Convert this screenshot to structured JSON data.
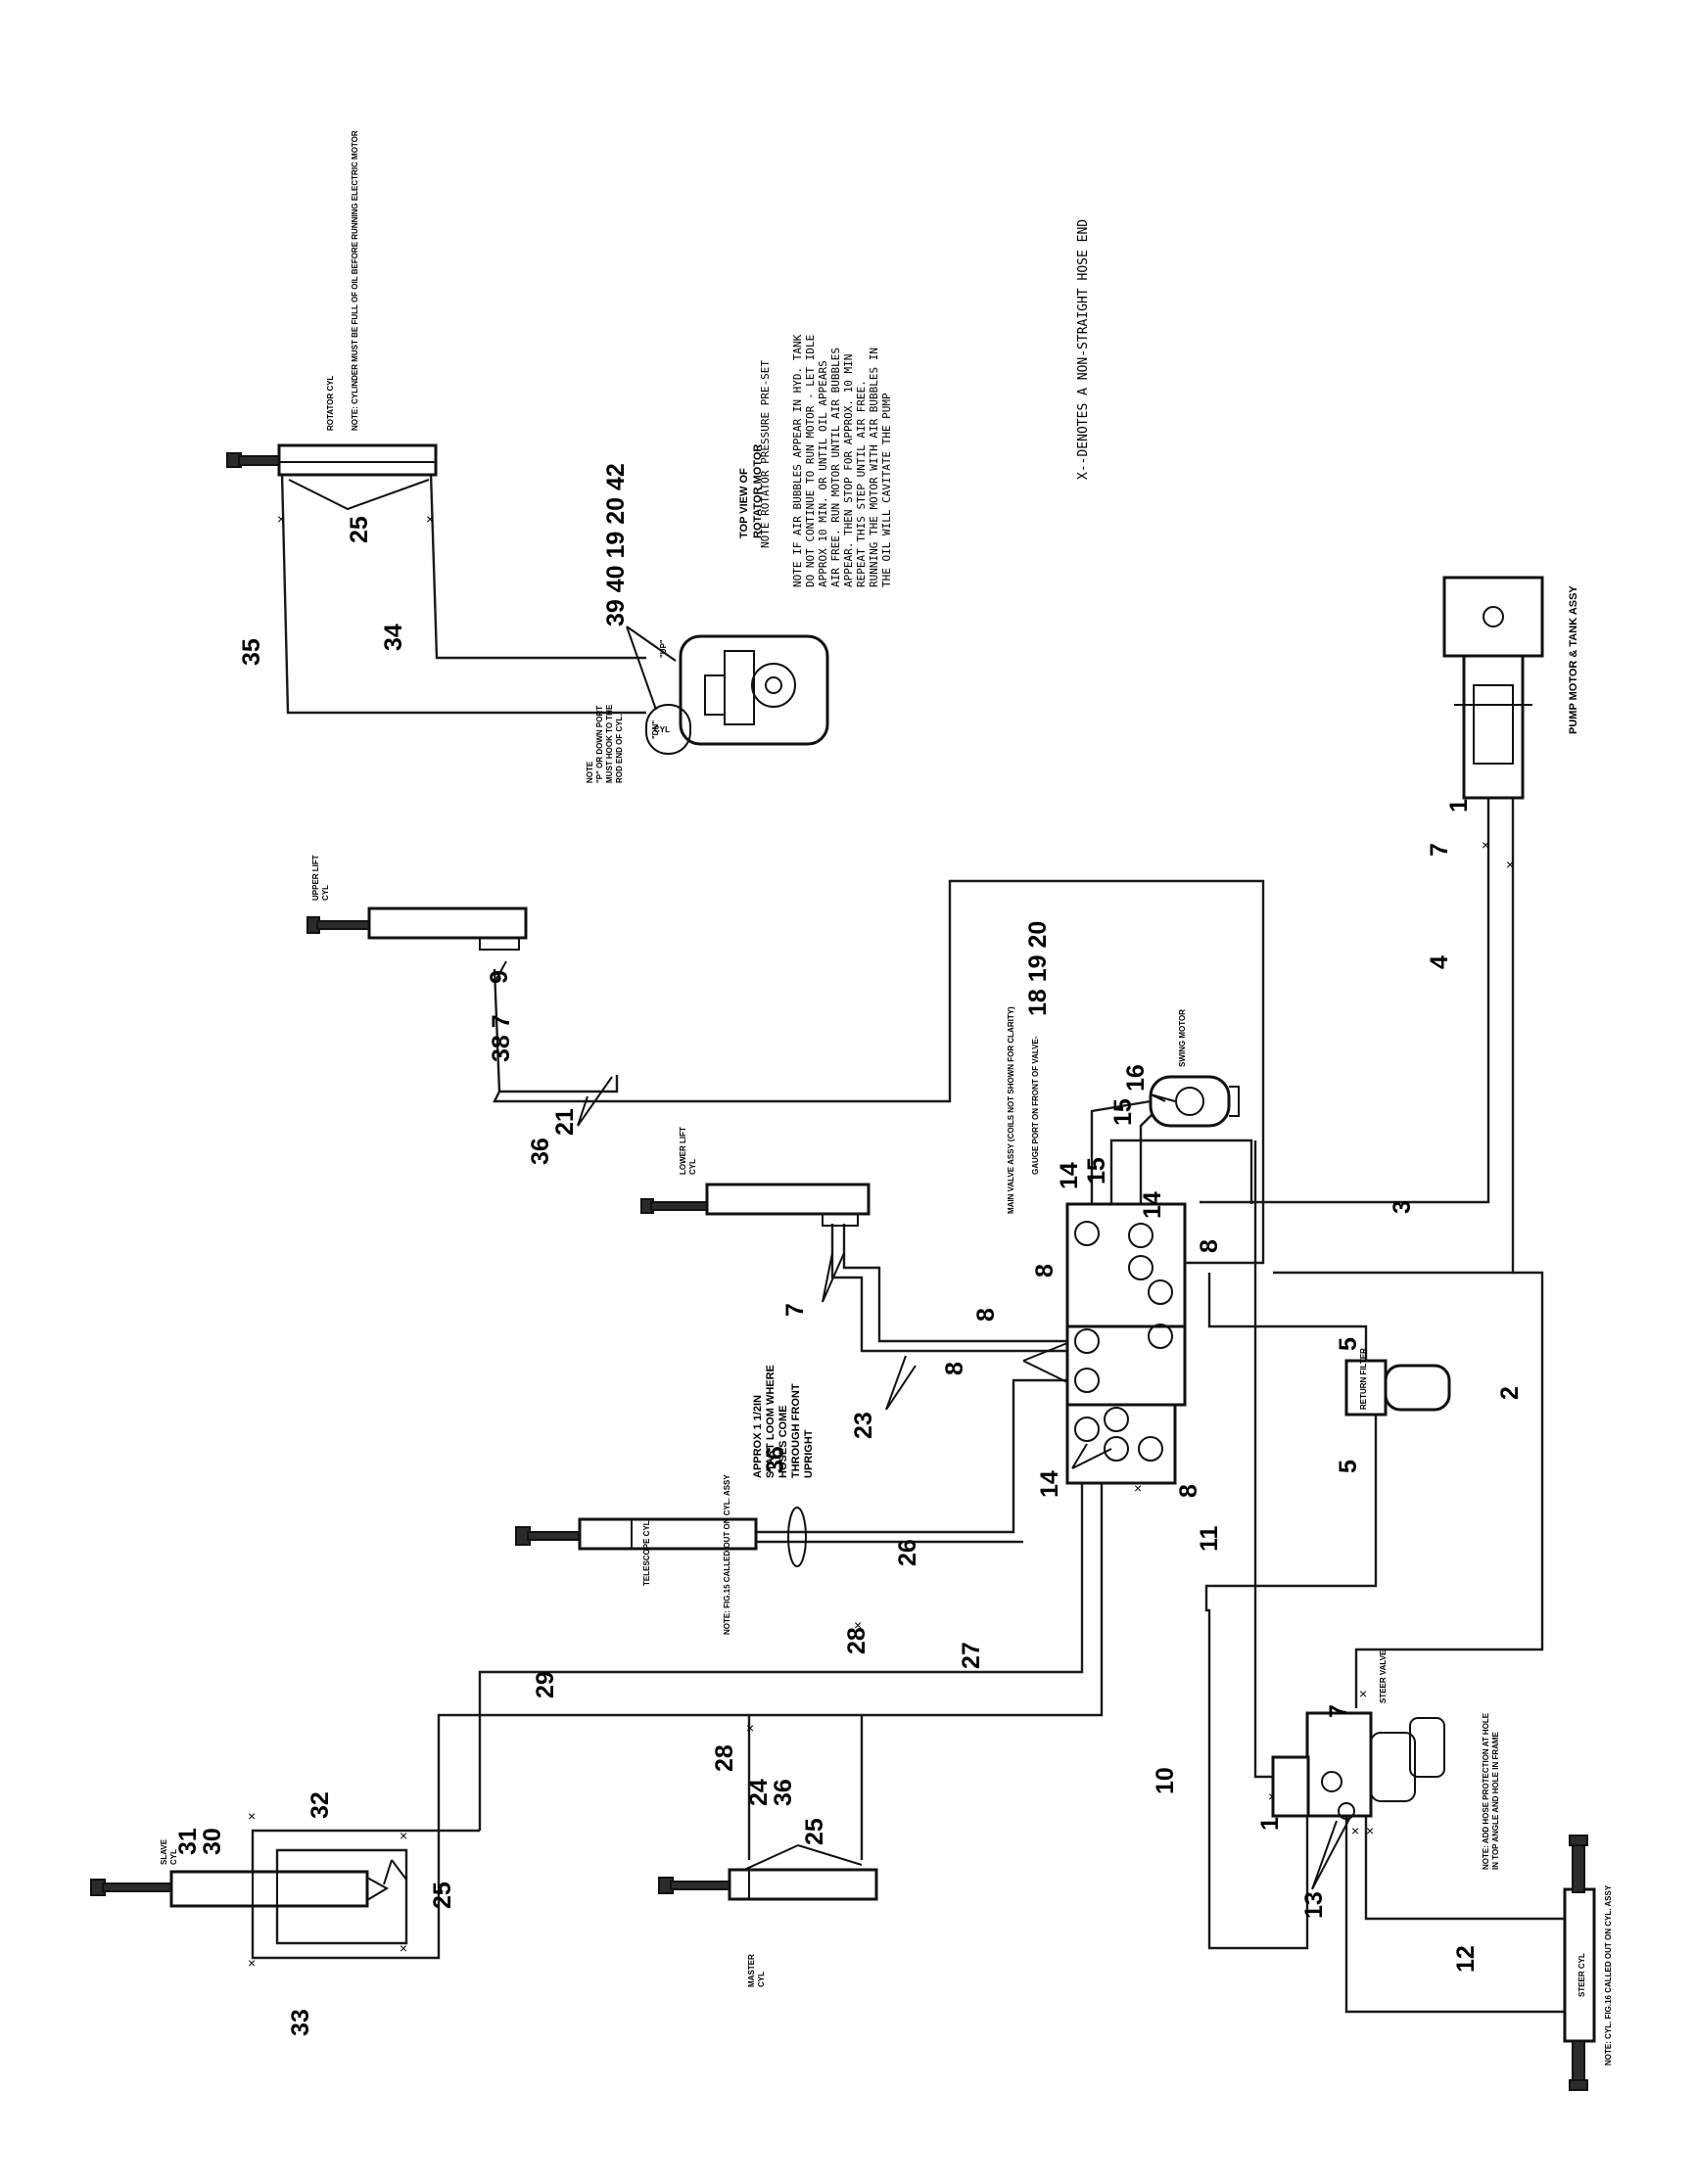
{
  "legend": "X--DENOTES A NON-STRAIGHT HOSE END",
  "components": {
    "rotator_cyl": "ROTATOR CYL",
    "rotator_cyl_note": "NOTE: CYLINDER MUST BE FULL OF OIL BEFORE RUNNING ELECTRIC MOTOR",
    "rotator_motor_title": [
      "TOP VIEW OF",
      "ROTATOR MOTOR"
    ],
    "rotator_pressure_note": "NOTE  ROTATOR PRESSURE PRE-SET",
    "air_bubble_note": [
      "NOTE  IF AIR BUBBLES APPEAR IN HYD. TANK",
      "DO NOT CONTINUE TO RUN MOTOR - LET IDLE",
      "APPROX 10 MIN. OR UNTIL OIL APPEARS",
      "AIR FREE. RUN MOTOR UNTIL AIR BUBBLES",
      "APPEAR. THEN STOP FOR APPROX. 10 MIN",
      "REPEAT THIS STEP UNTIL AIR FREE.",
      "RUNNING THE MOTOR WITH AIR BUBBLES IN",
      "THE OIL WILL CAVITATE THE PUMP"
    ],
    "port_note": [
      "NOTE",
      "\"P\" OR DOWN PORT",
      "MUST HOOK TO THE",
      "ROD END OF CYL."
    ],
    "up_label": "\"UP\"",
    "dn_label": "\"DN\"",
    "upper_lift_cyl": [
      "UPPER LIFT",
      "CYL"
    ],
    "lower_lift_cyl": [
      "LOWER LIFT",
      "CYL"
    ],
    "swing_motor": "SWING MOTOR",
    "main_valve_note": "MAIN VALVE ASSY (COILS NOT SHOWN FOR CLARITY)",
    "gauge_port_note": "GAUGE PORT ON FRONT OF VALVE-",
    "gauge_port_items": "18 19 20",
    "return_filter": "RETURN FILTER",
    "pump_motor": "PUMP MOTOR & TANK ASSY",
    "steer_valve": "STEER VALVE",
    "steer_valve_note": [
      "NOTE: ADD HOSE PROTECTION AT HOLE",
      "IN TOP ANGLE AND HOLE IN FRAME"
    ],
    "steer_cyl": "STEER CYL",
    "steer_cyl_note": "NOTE: CYL. FIG.16 CALLED OUT ON CYL. ASSY",
    "telescope_cyl": "TELESCOPE CYL",
    "telescope_note": "NOTE: FIG.15 CALLED OUT ON CYL. ASSY",
    "loom_note": [
      "APPROX 1 1/2IN",
      "START LOOM WHERE",
      "HOSES COME",
      "THROUGH FRONT",
      "UPRIGHT"
    ],
    "slave_cyl": [
      "SLAVE",
      "CYL"
    ],
    "master_cyl": [
      "MASTER",
      "CYL"
    ]
  },
  "callouts": {
    "c25a": "25",
    "c35": "35",
    "c34": "34",
    "c39": "39 40 19 20 42",
    "c9": "9",
    "c38": "38 7",
    "c36a": "36",
    "c21": "21",
    "c16": "16",
    "c15a": "15",
    "c15b": "15",
    "c14a": "14",
    "c14b": "14",
    "c14c": "14",
    "c8a": "8",
    "c8b": "8",
    "c8c": "8",
    "c8d": "8",
    "c8e": "8",
    "c7a": "7",
    "c23": "23",
    "c36b": "36",
    "c26": "26",
    "c1a": "1",
    "c7b": "7",
    "c4": "4",
    "c3": "3",
    "c2": "2",
    "c5a": "5",
    "c5b": "5",
    "c11": "11",
    "c10": "10",
    "c7c": "7",
    "c1b": "1",
    "c13": "13",
    "c12": "12",
    "c28a": "28",
    "c28b": "28",
    "c27": "27",
    "c29": "29",
    "c24": "24",
    "c36c": "36",
    "c25b": "25",
    "c32": "32",
    "c31": "31",
    "c30": "30",
    "c25c": "25",
    "c33": "33"
  }
}
